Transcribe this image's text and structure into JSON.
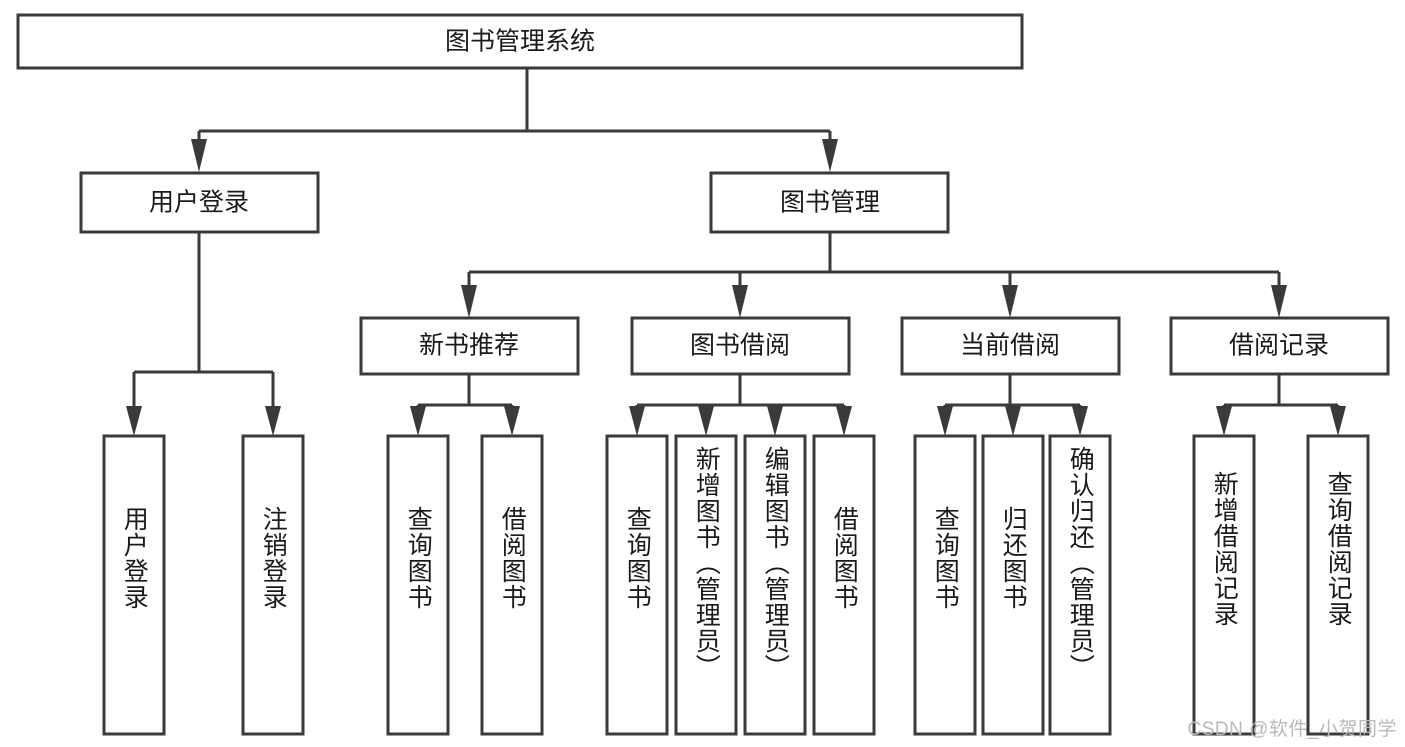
{
  "diagram": {
    "type": "tree-hierarchy",
    "title": "图书管理系统",
    "orientation": "top-down",
    "colors": {
      "box_stroke": "#3a3a3a",
      "box_fill": "#ffffff",
      "text": "#1a1a1a",
      "connector": "#3a3a3a",
      "watermark": "#b9b9b9",
      "background": "#ffffff"
    },
    "root": {
      "label": "图书管理系统"
    },
    "level2": [
      {
        "label": "用户登录"
      },
      {
        "label": "图书管理"
      }
    ],
    "level3": [
      {
        "label": "新书推荐"
      },
      {
        "label": "图书借阅"
      },
      {
        "label": "当前借阅"
      },
      {
        "label": "借阅记录"
      }
    ],
    "leaves": {
      "user_login": [
        {
          "label": "用户登录"
        },
        {
          "label": "注销登录"
        }
      ],
      "new_book_recommend": [
        {
          "label": "查询图书"
        },
        {
          "label": "借阅图书"
        }
      ],
      "book_borrow": [
        {
          "label": "查询图书"
        },
        {
          "label": "新增图书（管理员）"
        },
        {
          "label": "编辑图书（管理员）"
        },
        {
          "label": "借阅图书"
        }
      ],
      "current_borrow": [
        {
          "label": "查询图书"
        },
        {
          "label": "归还图书"
        },
        {
          "label": "确认归还（管理员）"
        }
      ],
      "borrow_record": [
        {
          "label": "新增借阅记录"
        },
        {
          "label": "查询借阅记录"
        }
      ]
    }
  },
  "watermark": {
    "text": "CSDN @软件_小贺同学"
  }
}
